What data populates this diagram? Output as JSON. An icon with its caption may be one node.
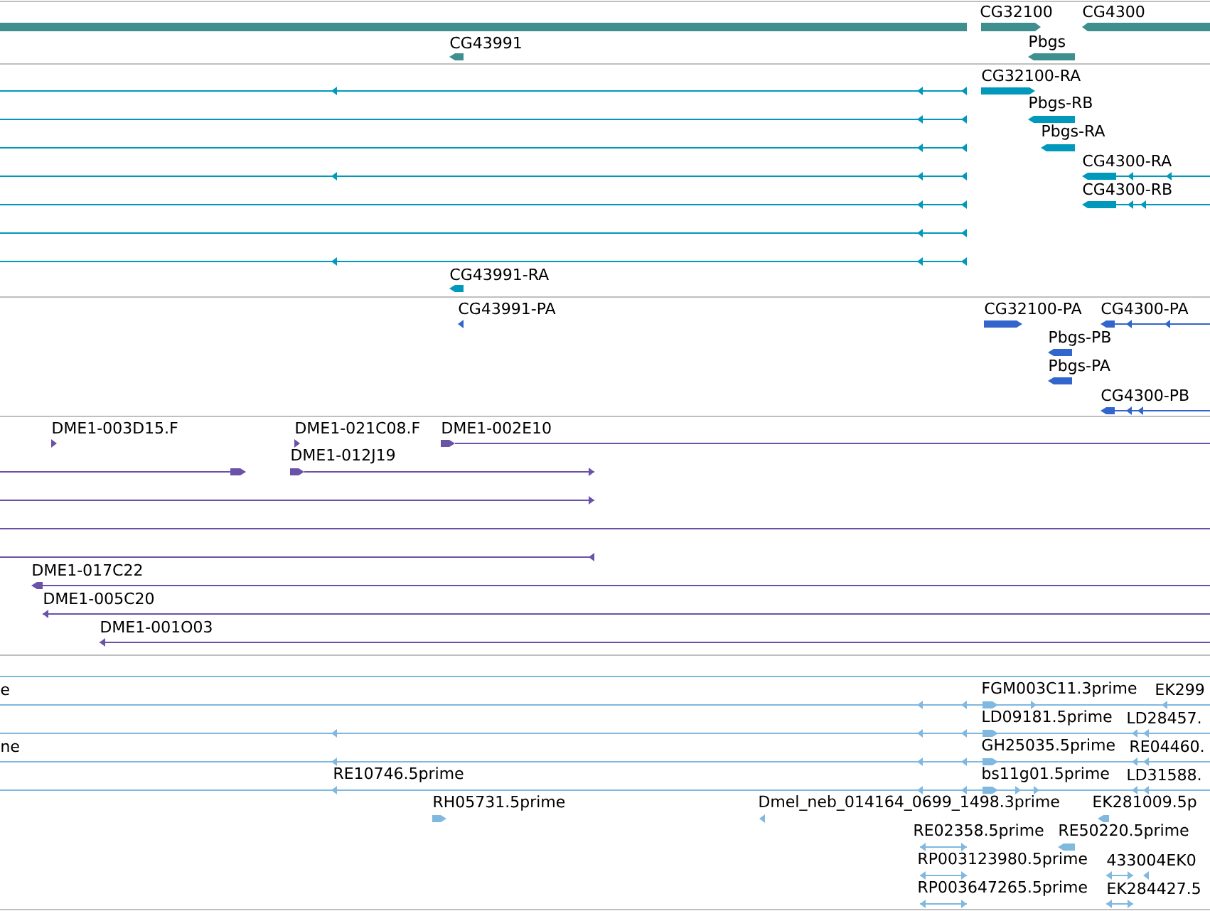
{
  "diagram": {
    "labels": [
      "CG32100",
      "CG4300",
      "CG43991",
      "Pbgs",
      "CG32100-RA",
      "Pbgs-RB",
      "Pbgs-RA",
      "CG4300-RA",
      "CG4300-RB",
      "CG43991-RA",
      "CG43991-PA",
      "CG32100-PA",
      "CG4300-PA",
      "Pbgs-PB",
      "Pbgs-PA",
      "CG4300-PB",
      "DME1-003D15.F",
      "DME1-021C08.F",
      "DME1-002E10",
      "DME1-012J19",
      "DME1-017C22",
      "DME1-005C20",
      "DME1-001O03",
      "e",
      "FGM003C11.3prime",
      "EK299",
      "LD09181.5prime",
      "LD28457.",
      "ne",
      "GH25035.5prime",
      "RE04460.",
      "RE10746.5prime",
      "bs11g01.5prime",
      "LD31588.",
      "RH05731.5prime",
      "Dmel_neb_014164_0699_1498.3prime",
      "EK281009.5p",
      "RE02358.5prime",
      "RE50220.5prime",
      "RP003123980.5prime",
      "433004EK0",
      "RP003647265.5prime",
      "EK284427.5"
    ]
  }
}
